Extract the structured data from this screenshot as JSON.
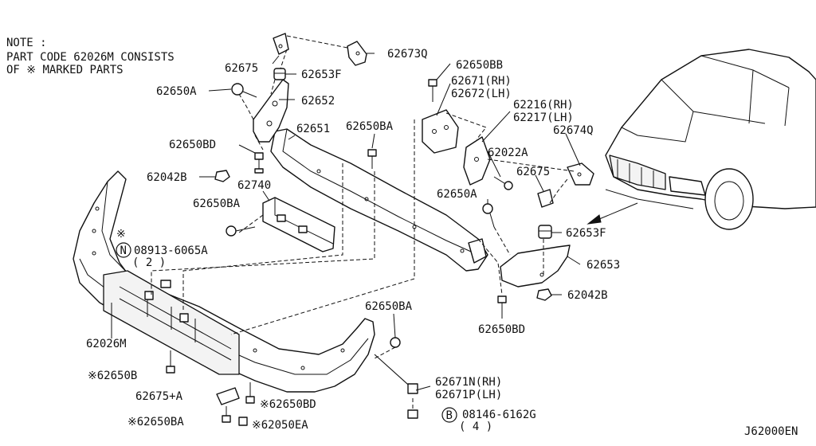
{
  "note": {
    "line1": "NOTE :",
    "line2": "PART CODE 62026M CONSISTS",
    "line3": "OF ※ MARKED PARTS"
  },
  "labels": {
    "p62675_top": "62675",
    "p62673Q": "62673Q",
    "p62653F_top": "62653F",
    "p62650A_left": "62650A",
    "p62652": "62652",
    "p62650BD_left": "62650BD",
    "p62651": "62651",
    "p62650BA_mid": "62650BA",
    "p62042B_left": "62042B",
    "p62740": "62740",
    "p62650BA_left": "62650BA",
    "p08913": "08913-6065A",
    "p08913_qty": "( 2 )",
    "p62026M": "62026M",
    "p62650B": "※62650B",
    "p62675A": "62675+A",
    "p62650BD_bot": "※62650BD",
    "p62650BA_bot": "※62650BA",
    "p62050EA": "※62050EA",
    "p62650BA_low": "62650BA",
    "p62671N": "62671N(RH)",
    "p62671P": "62671P(LH)",
    "p08146": "08146-6162G",
    "p08146_qty": "( 4 )",
    "p62650BB": "62650BB",
    "p62671RH": "62671(RH)",
    "p62672LH": "62672(LH)",
    "p62216": "62216(RH)",
    "p62217": "62217(LH)",
    "p62674Q": "62674Q",
    "p62022A": "62022A",
    "p62675_right": "62675",
    "p62650A_right": "62650A",
    "p62653F_right": "62653F",
    "p62653": "62653",
    "p62042B_right": "62042B",
    "p62650BD_right": "62650BD",
    "asterisk": "※",
    "circle_N": "N",
    "circle_B": "B",
    "diagram_id": "J62000EN"
  }
}
